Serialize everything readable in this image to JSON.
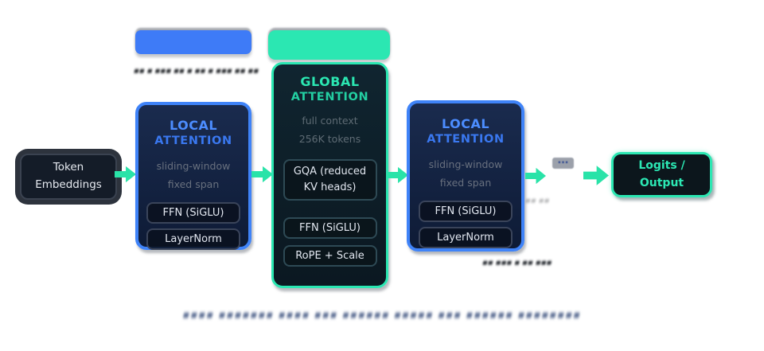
{
  "diagram": {
    "colors": {
      "blue_accent": "#3E7BF7",
      "green_accent": "#2BE7B2",
      "local_box_fill": "#13244A",
      "global_box_fill": "#0D1C26",
      "node_fill": "#141C28",
      "caption_color": "#51648C",
      "arrow_color": "#29E3A8"
    },
    "token": {
      "line1": "Token",
      "line2": "Embeddings"
    },
    "local1": {
      "title": "LOCAL",
      "subtitle": "ATTENTION",
      "desc1": "sliding-window",
      "desc2": "fixed span",
      "chips": [
        "FFN (SiGLU)",
        "LayerNorm"
      ]
    },
    "global": {
      "title": "GLOBAL",
      "subtitle": "ATTENTION",
      "desc1": "full context",
      "desc2": "256K tokens",
      "chips": [
        "GQA (reduced KV heads)",
        "FFN (SiGLU)",
        "RoPE + Scale"
      ]
    },
    "local2": {
      "title": "LOCAL",
      "subtitle": "ATTENTION",
      "desc1": "sliding-window",
      "desc2": "fixed span",
      "chips": [
        "FFN (SiGLU)",
        "LayerNorm"
      ]
    },
    "output": {
      "line1": "Logits /",
      "line2": "Output"
    },
    "ellipsis": "...",
    "garbled_row_a": "▰▰ ▰ ▰▰▰ ▰▰ ▰ ▰▰ ▰ ▰▰▰ ▰▰ ▰▰",
    "garbled_row_b": "▰▰ ▰▰▰ ▰ ▰▰ ▰▰▰",
    "garbled_row_c": "▰▰ ▰▰",
    "caption_garbled": "▰▰▰▰ ▰▰▰▰▰▰▰ ▰▰▰▰ ▰▰▰ ▰▰▰▰▰▰ ▰▰▰▰▰ ▰▰▰ ▰▰▰▰▰▰ ▰▰▰▰▰▰▰▰"
  }
}
